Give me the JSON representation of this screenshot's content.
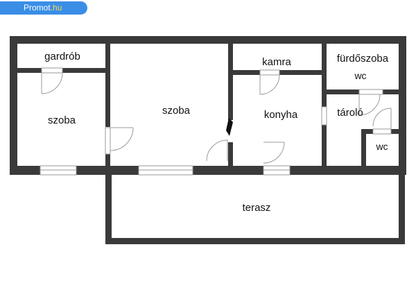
{
  "watermark": {
    "brand": "Promot",
    "suffix": ".hu",
    "color": "#3a8ee6"
  },
  "plan": {
    "wall_color": "#3a3a3a",
    "rooms": {
      "gardrob": "gardrób",
      "szoba_left": "szoba",
      "szoba_mid": "szoba",
      "kamra": "kamra",
      "konyha": "konyha",
      "furdoszoba": "fürdőszoba",
      "wc_top": "wc",
      "tarolo": "tároló",
      "wc_small": "wc",
      "terasz": "terasz"
    }
  }
}
